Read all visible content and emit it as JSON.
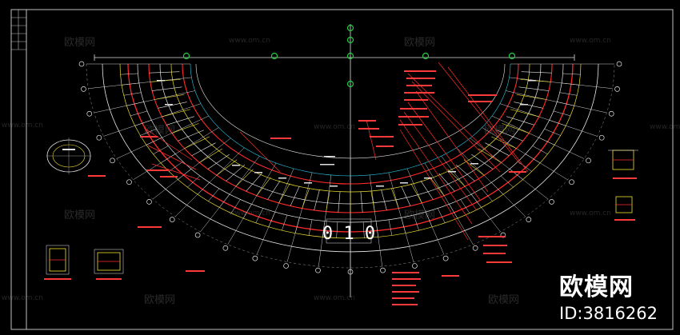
{
  "watermarks": {
    "brand_text": "欧模网",
    "url_text": "www.om.cn",
    "url_text_short": "www.om.c"
  },
  "brand_overlay": {
    "name": "欧模网",
    "id_label": "ID:3816262"
  },
  "drawing": {
    "center_mark": "0 1 0",
    "colors": {
      "background": "#000000",
      "wall_red": "#ff2a2a",
      "line_white": "#e8e8e8",
      "yellow": "#f0e030",
      "green_node": "#22cc44",
      "cyan": "#29c8e8",
      "magenta": "#ff40ff"
    }
  }
}
